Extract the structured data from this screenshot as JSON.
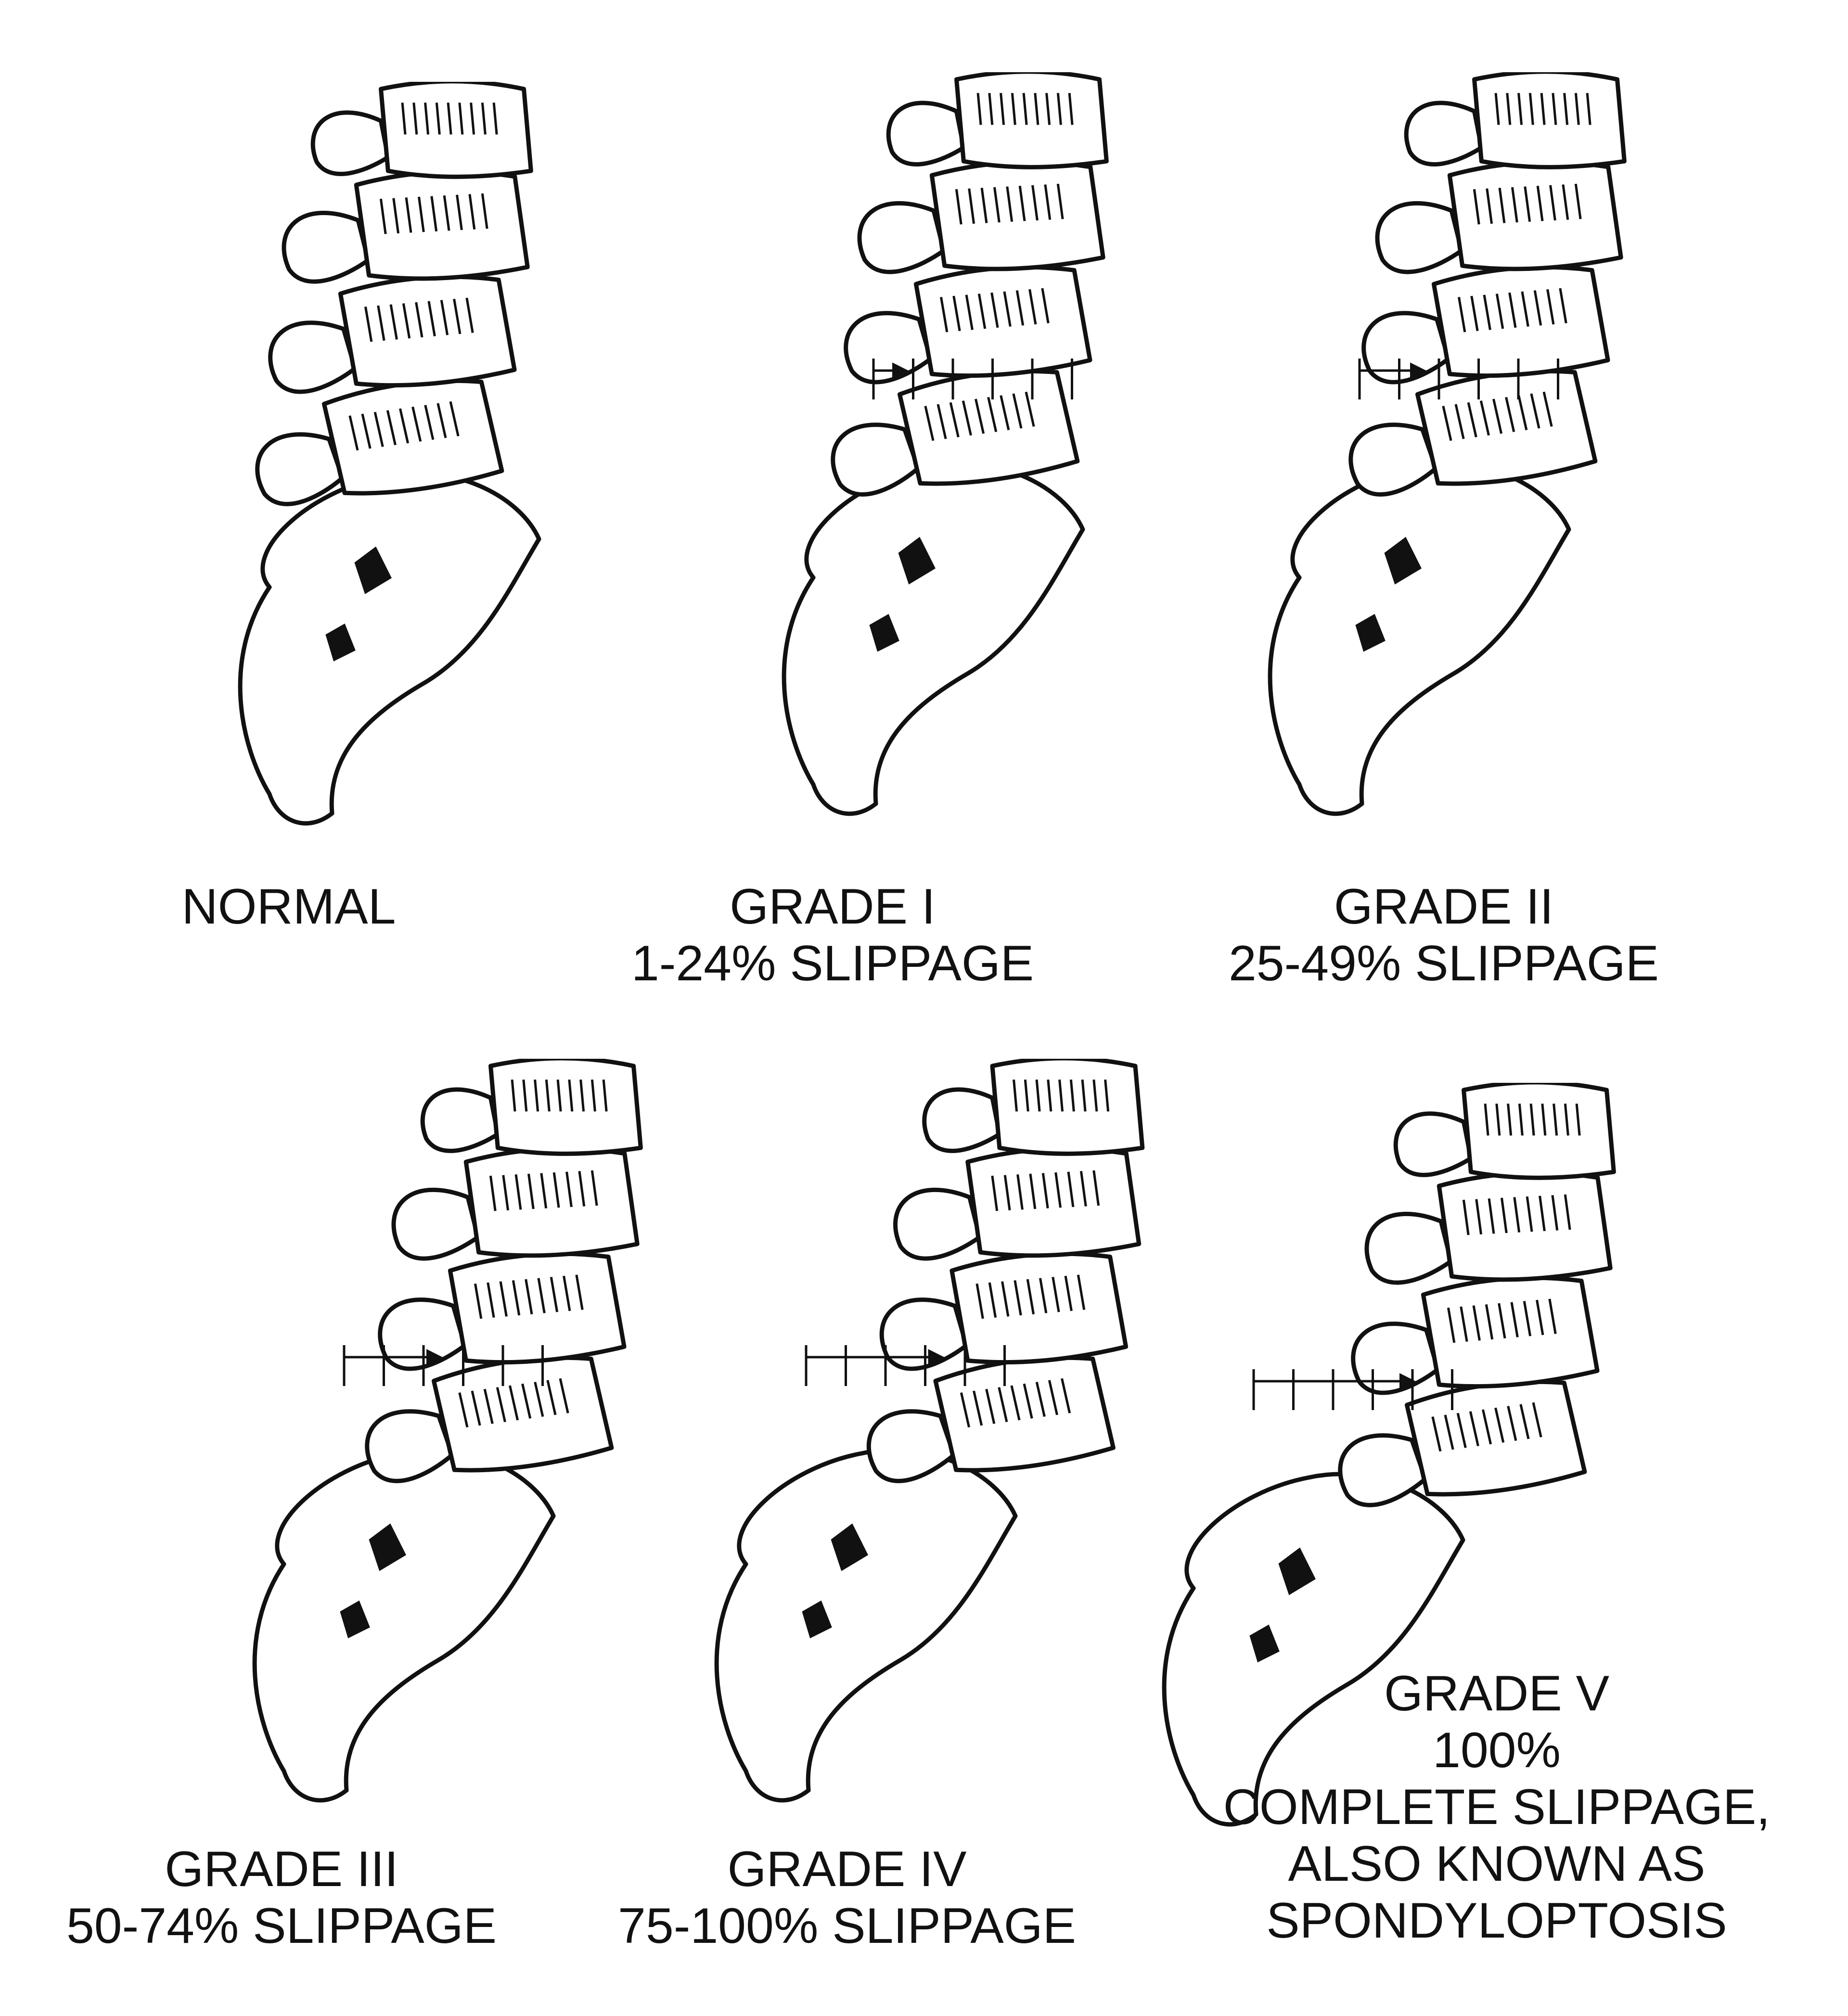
{
  "figure": {
    "panels": [
      {
        "id": "normal",
        "lines": [
          "NORMAL"
        ],
        "slip": 0
      },
      {
        "id": "grade-1",
        "lines": [
          "GRADE I",
          "1-24% SLIPPAGE"
        ],
        "slip": 0.2
      },
      {
        "id": "grade-2",
        "lines": [
          "GRADE II",
          "25-49% SLIPPAGE"
        ],
        "slip": 0.4
      },
      {
        "id": "grade-3",
        "lines": [
          "GRADE III",
          "50-74% SLIPPAGE"
        ],
        "slip": 0.6
      },
      {
        "id": "grade-4",
        "lines": [
          "GRADE IV",
          "75-100% SLIPPAGE"
        ],
        "slip": 0.85
      },
      {
        "id": "grade-5",
        "lines": [
          "GRADE V",
          "100%",
          "COMPLETE SLIPPAGE,",
          "ALSO KNOWN AS",
          "SPONDYLOPTOSIS"
        ],
        "slip": 1.0
      }
    ]
  }
}
